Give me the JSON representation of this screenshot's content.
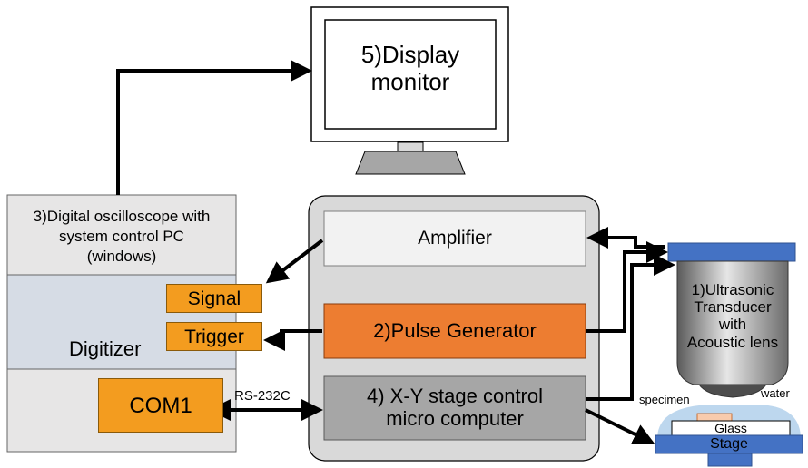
{
  "display": {
    "line1": "5)Display",
    "line2": "monitor"
  },
  "oscilloscope": {
    "line1": "3)Digital oscilloscope with",
    "line2": "system control PC",
    "line3": "(windows)",
    "digitizer_label": "Digitizer",
    "signal_label": "Signal",
    "trigger_label": "Trigger",
    "com_label": "COM1"
  },
  "control_unit": {
    "amplifier_label": "Amplifier",
    "pulse_generator_label": "2)Pulse Generator",
    "stage_control_line1": "4) X-Y stage control",
    "stage_control_line2": "micro computer"
  },
  "connection": {
    "rs232_label": "RS-232C"
  },
  "transducer": {
    "line1": "1)Ultrasonic",
    "line2": "Transducer",
    "line3": "with",
    "line4": "Acoustic lens"
  },
  "sample": {
    "specimen_label": "specimen",
    "water_label": "water",
    "glass_label": "Glass",
    "stage_label": "Stage"
  },
  "colors": {
    "pulse_orange": "#ED7D31",
    "port_orange": "#F39C1F",
    "stage_blue": "#4472C4",
    "water_blue": "#BDD7EE",
    "panel_gray": "#D9D9D9",
    "digitizer_blue": "#D6DCE5"
  }
}
